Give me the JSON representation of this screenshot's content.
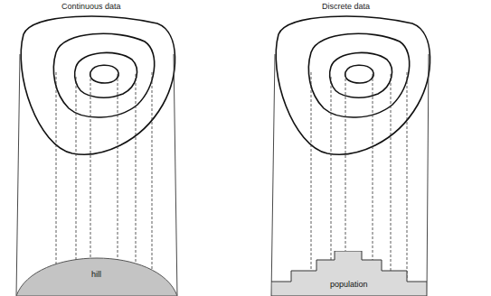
{
  "diagram": {
    "nodes": [
      {
        "text": [
          "hill"
        ]
      },
      {
        "text": [
          "population"
        ]
      }
    ],
    "labels": [
      "Continuous data",
      "Discrete data"
    ]
  }
}
